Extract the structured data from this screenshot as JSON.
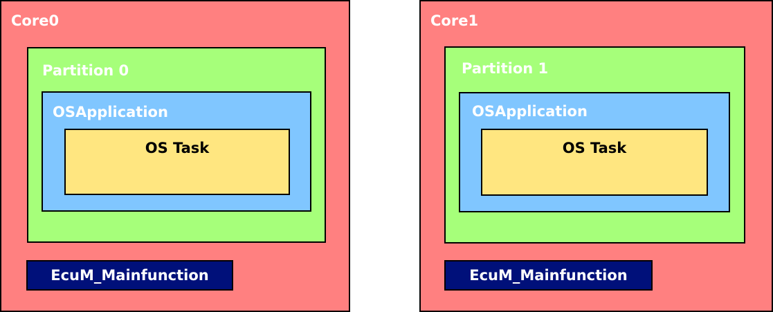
{
  "cores": [
    {
      "label": "Core0",
      "partition": "Partition 0",
      "os_application": "OSApplication",
      "os_task": "OS Task",
      "ecum": "EcuM_Mainfunction"
    },
    {
      "label": "Core1",
      "partition": "Partition 1",
      "os_application": "OSApplication",
      "os_task": "OS Task",
      "ecum": "EcuM_Mainfunction"
    }
  ],
  "colors": {
    "core": "#ff8080",
    "partition": "#a6ff7a",
    "os_application": "#80c6ff",
    "os_task": "#ffe680",
    "ecum": "#00107a"
  }
}
